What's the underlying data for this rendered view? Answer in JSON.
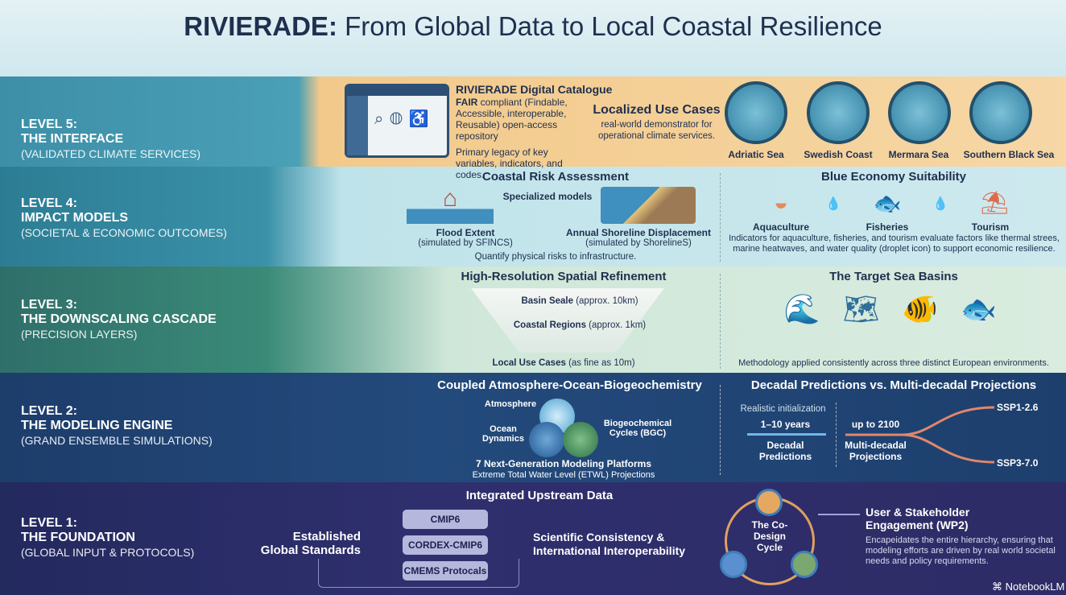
{
  "title": {
    "brand": "RIVIERADE:",
    "rest": " From Global Data to Local Coastal Resilience"
  },
  "levels": [
    {
      "num": "LEVEL 5:",
      "name": "THE INTERFACE",
      "sub": "(VALIDATED CLIMATE SERVICES)"
    },
    {
      "num": "LEVEL 4:",
      "name": "IMPACT MODELS",
      "sub": "(SOCIETAL & ECONOMIC OUTCOMES)"
    },
    {
      "num": "LEVEL 3:",
      "name": "THE DOWNSCALING CASCADE",
      "sub": "(PRECISION LAYERS)"
    },
    {
      "num": "LEVEL 2:",
      "name": "THE MODELING ENGINE",
      "sub": "(GRAND ENSEMBLE SIMULATIONS)"
    },
    {
      "num": "LEVEL 1:",
      "name": "THE FOUNDATION",
      "sub": "(GLOBAL INPUT & PROTOCOLS)"
    }
  ],
  "l5": {
    "catalogue_title": "RIVIERADE Digital Catalogue",
    "fair": "FAIR",
    "fair_text": " compliant (Findable, Accessible, interoperable, Reusable) open-access repository",
    "legacy": "Primary legacy of key variables, indicators, and codes.",
    "usecases_title": "Localized Use Cases",
    "usecases_text": "real-world demonstrator for operational climate services.",
    "seas": [
      "Adriatic Sea",
      "Swedish Coast",
      "Mermara Sea",
      "Southern Black Sea"
    ]
  },
  "l4": {
    "risk_title": "Coastal Risk Assessment",
    "specialized": "Specialized models",
    "flood": "Flood Extent",
    "flood_sub": "(simulated by SFINCS)",
    "shore": "Annual Shoreline Displacement",
    "shore_sub": "(simulated by ShorelineS)",
    "risk_note": "Quantify physical risks to infrastructure.",
    "blue_title": "Blue Economy Suitability",
    "items": [
      "Aquaculture",
      "Fisheries",
      "Tourism"
    ],
    "blue_note": "Indicators for aquaculture, fisheries, and tourism evaluate factors like thermal strees, marine heatwaves, and water quality (droplet icon) to support economic resilience."
  },
  "l3": {
    "refine_title": "High-Resolution Spatial Refinement",
    "basin": "Basin Seale",
    "basin_res": " (approx. 10km)",
    "coastal": "Coastal Regions",
    "coastal_res": " (approx. 1km)",
    "local": "Local Use Cases",
    "local_res": " (as fine as 10m)",
    "target_title": "The Target Sea Basins",
    "target_note": "Methodology applied consistently across three distinct European environments."
  },
  "l2": {
    "coupled_title": "Coupled Atmosphere-Ocean-Biogeochemistry",
    "atmosphere": "Atmosphere",
    "ocean": "Ocean Dynamics",
    "bgc": "Biogeochemical Cycles (BGC)",
    "platforms": "7 Next-Generation Modeling Platforms",
    "etwl": "Extreme Total Water Level (ETWL) Projections",
    "pred_title": "Decadal Predictions vs. Multi-decadal Projections",
    "init": "Realistic initialization",
    "years": "1–10 years",
    "decadal": "Decadal Predictions",
    "upto": "up to 2100",
    "multi": "Multi-decadal Projections",
    "ssp1": "SSP1-2.6",
    "ssp3": "SSP3-7.0"
  },
  "l1": {
    "upstream_title": "Integrated Upstream Data",
    "standards": "Established Global Standards",
    "pills": [
      "CMIP6",
      "CORDEX-CMIP6",
      "CMEMS Protocals"
    ],
    "consistency": "Scientific Consistency & International Interoperability",
    "cycle": "The Co-Design Cycle",
    "engage_title": "User & Stakeholder Engagement (WP2)",
    "engage_text": "Encapeidates the entire hierarchy, ensuring that modeling efforts are driven by real world societal needs and policy requirements."
  },
  "footer": {
    "brand": "NotebookLM"
  }
}
